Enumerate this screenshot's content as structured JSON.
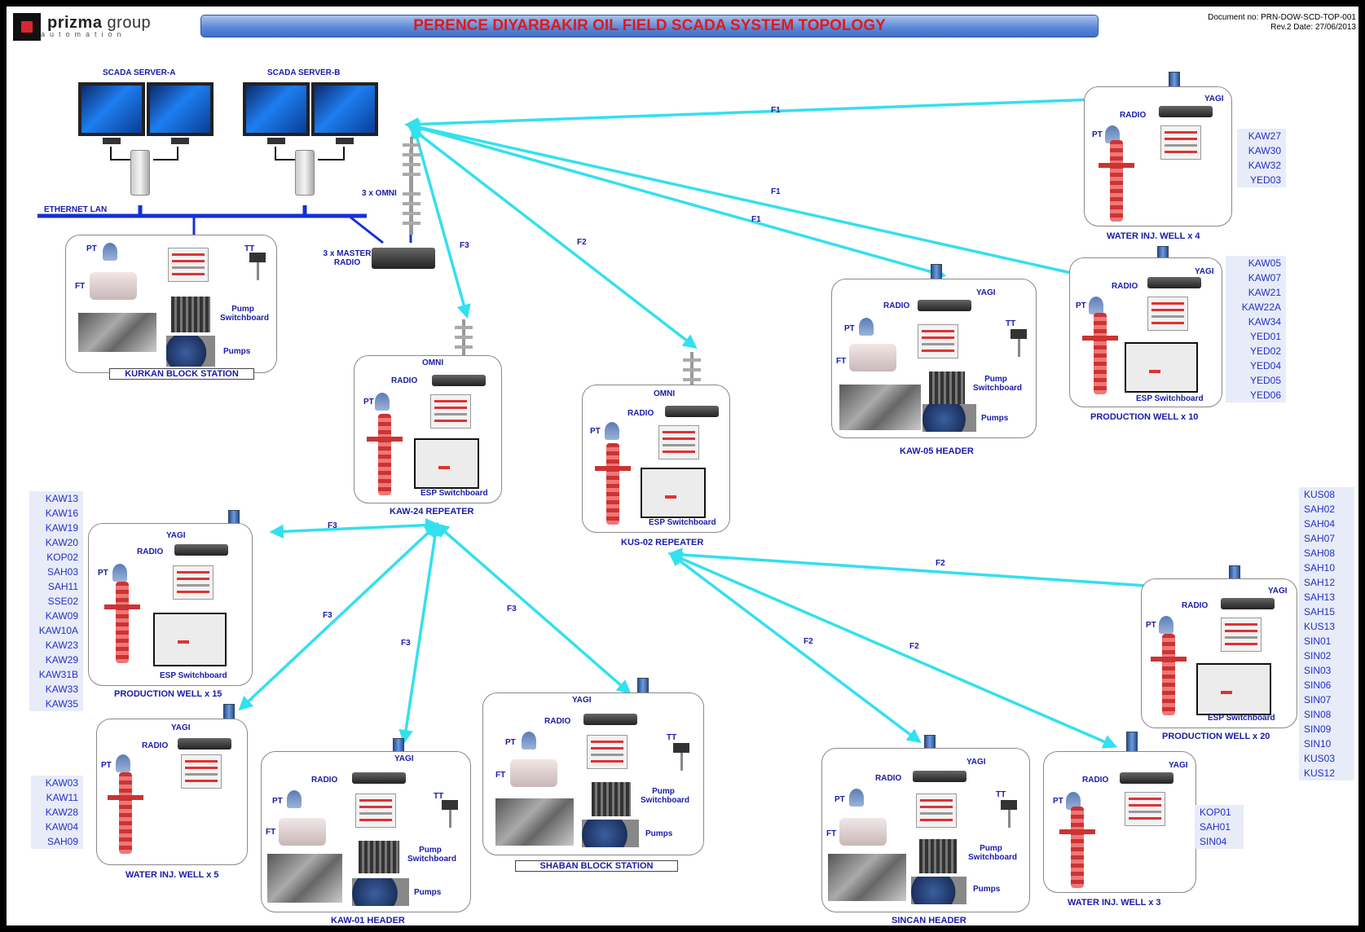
{
  "header": {
    "logo_brand": "prizma",
    "logo_group": "group",
    "logo_sub": "automation",
    "title": "PERENCE DIYARBAKIR OIL FIELD SCADA SYSTEM TOPOLOGY",
    "doc_no": "Document no: PRN-DOW-SCD-TOP-001",
    "doc_rev": "Rev.2 Date: 27/06/2013"
  },
  "servers": {
    "a": "SCADA SERVER-A",
    "b": "SCADA SERVER-B",
    "lan": "ETHERNET LAN",
    "master_radio": "3 x MASTER RADIO",
    "omni": "3 x OMNI"
  },
  "common": {
    "radio": "RADIO",
    "yagi": "YAGI",
    "omni": "OMNI",
    "pt": "PT",
    "ft": "FT",
    "tt": "TT",
    "pump_sw": "Pump Switchboard",
    "pumps": "Pumps",
    "esp": "ESP Switchboard"
  },
  "stations": {
    "kurkan": "KURKAN BLOCK STATION",
    "kaw24": "KAW-24 REPEATER",
    "kus02": "KUS-02 REPEATER",
    "kaw05": "KAW-05 HEADER",
    "water4": "WATER INJ. WELL x 4",
    "prod10": "PRODUCTION WELL x 10",
    "prod15": "PRODUCTION WELL x 15",
    "water5": "WATER INJ. WELL x 5",
    "kaw01": "KAW-01 HEADER",
    "shaban": "SHABAN BLOCK STATION",
    "sincan": "SINCAN HEADER",
    "water3": "WATER INJ. WELL x 3",
    "prod20": "PRODUCTION WELL x 20"
  },
  "links": {
    "f1a": "F1",
    "f1b": "F1",
    "f1c": "F1",
    "f2a": "F2",
    "f3a": "F3",
    "f3b": "F3",
    "f3c": "F3",
    "f3d": "F3",
    "f3e": "F3",
    "f2b": "F2",
    "f2c": "F2",
    "f2d": "F2"
  },
  "well_lists": {
    "water4": [
      "KAW27",
      "KAW30",
      "KAW32",
      "YED03"
    ],
    "prod10": [
      "KAW05",
      "KAW07",
      "KAW21",
      "KAW22A",
      "KAW34",
      "YED01",
      "YED02",
      "YED04",
      "YED05",
      "YED06"
    ],
    "prod15": [
      "KAW13",
      "KAW16",
      "KAW19",
      "KAW20",
      "KOP02",
      "SAH03",
      "SAH11",
      "SSE02",
      "KAW09",
      "KAW10A",
      "KAW23",
      "KAW29",
      "KAW31B",
      "KAW33",
      "KAW35"
    ],
    "water5": [
      "KAW03",
      "KAW11",
      "KAW28",
      "KAW04",
      "SAH09"
    ],
    "prod20": [
      "KUS08",
      "SAH02",
      "SAH04",
      "SAH07",
      "SAH08",
      "SAH10",
      "SAH12",
      "SAH13",
      "SAH15",
      "KUS13",
      "SIN01",
      "SIN02",
      "SIN03",
      "SIN06",
      "SIN07",
      "SIN08",
      "SIN09",
      "SIN10",
      "KUS03",
      "KUS12"
    ],
    "water3": [
      "KOP01",
      "SAH01",
      "SIN04"
    ]
  },
  "colors": {
    "link": "#33e0ee",
    "lan": "#1530d8",
    "wire": "#e01010",
    "label": "#1a1aa8"
  }
}
